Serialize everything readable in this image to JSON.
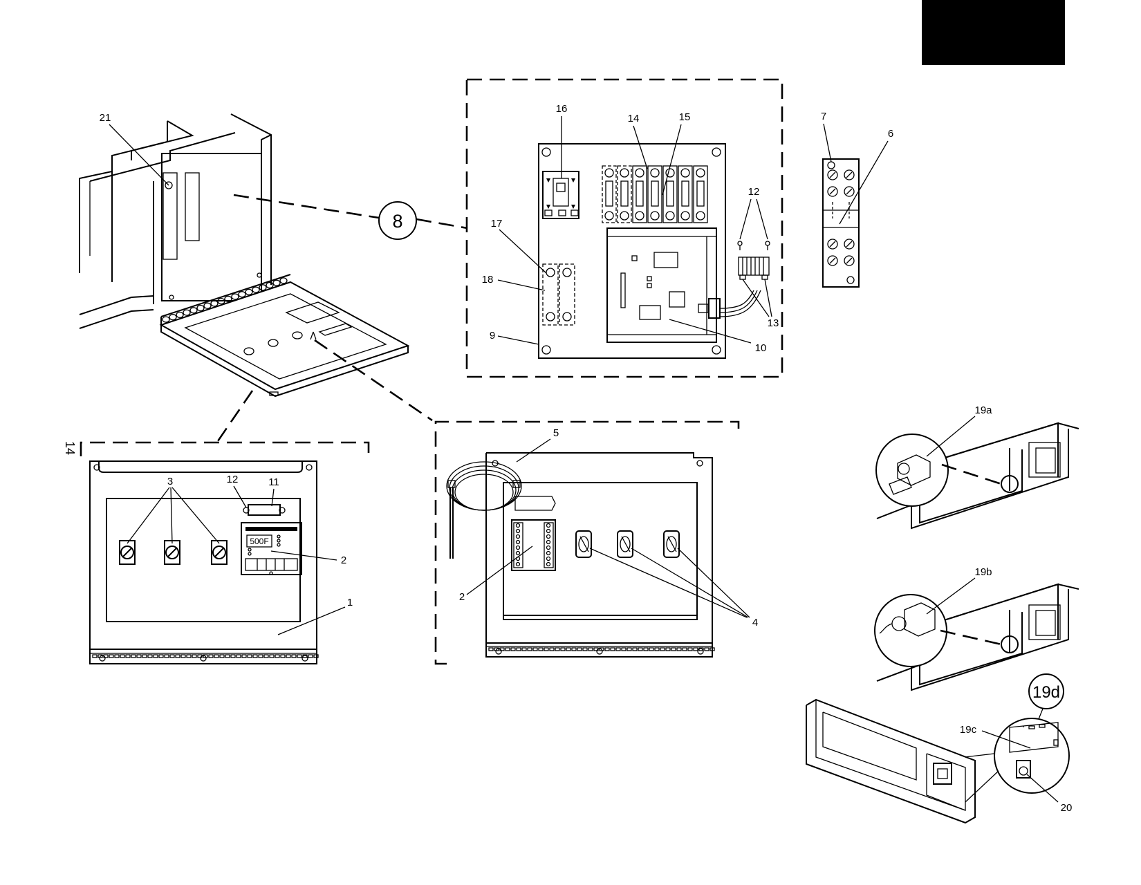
{
  "callouts": {
    "c1": "1",
    "c2a": "2",
    "c2b": "2",
    "c3": "3",
    "c4": "4",
    "c5": "5",
    "c6": "6",
    "c7": "7",
    "c8": "8",
    "c9": "9",
    "c10": "10",
    "c11": "11",
    "c12a": "12",
    "c12b": "12",
    "c13": "13",
    "c14a": "14",
    "c14b": "14",
    "c15": "15",
    "c16": "16",
    "c17": "17",
    "c18": "18",
    "c19a": "19a",
    "c19b": "19b",
    "c19c": "19c",
    "c19d": "19d",
    "c20": "20",
    "c21": "21"
  },
  "controller_display": "500F"
}
